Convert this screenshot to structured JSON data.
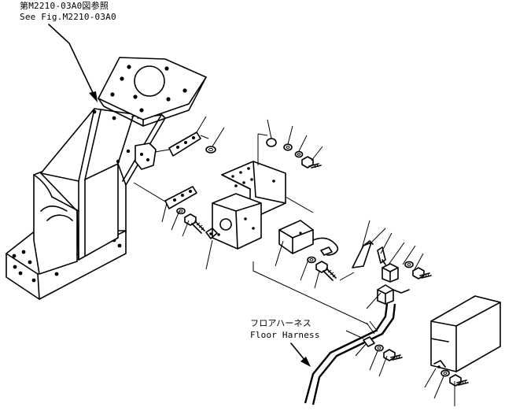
{
  "reference_note": {
    "line1": "第M2210-03A0図参照",
    "line2": "See Fig.M2210-03A0"
  },
  "harness_label": {
    "line1": "フロアハーネス",
    "line2": "Floor Harness"
  },
  "colors": {
    "ink": "#000000",
    "paper": "#ffffff"
  }
}
